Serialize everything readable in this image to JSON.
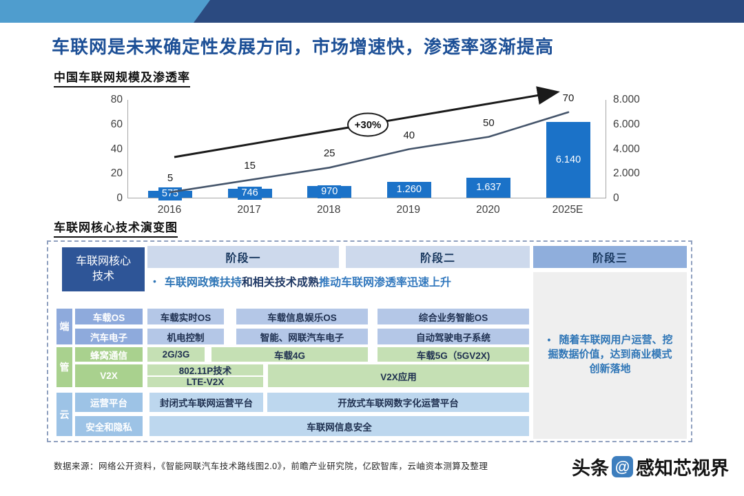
{
  "slide": {
    "title": "车联网是未来确定性发展方向，市场增速快，渗透率逐渐提高",
    "footer_source": "数据来源：网络公开资料，《智能网联汽车技术路线图2.0》，前瞻产业研究院，亿欧智库，云岫资本测算及整理",
    "watermark_prefix": "头条",
    "watermark_at": "@",
    "watermark_name": "感知芯视界"
  },
  "chart_data": {
    "type": "combo",
    "title": "中国车联网规模及渗透率",
    "categories": [
      "2016",
      "2017",
      "2018",
      "2019",
      "2020",
      "2025E"
    ],
    "series": [
      {
        "type": "bar",
        "axis": "right",
        "color": "#1B72C8",
        "values": [
          575,
          746,
          970,
          1260,
          1637,
          6140
        ],
        "labels": [
          "575",
          "746",
          "970",
          "1.260",
          "1.637",
          "6.140"
        ]
      },
      {
        "type": "line",
        "axis": "left",
        "color": "#44546A",
        "values": [
          5,
          15,
          25,
          40,
          50,
          70
        ],
        "labels": [
          "5",
          "15",
          "25",
          "40",
          "50",
          "70"
        ]
      }
    ],
    "left_axis": {
      "range": [
        0,
        80
      ],
      "ticks": [
        "80",
        "60",
        "40",
        "20",
        "0"
      ]
    },
    "right_axis": {
      "range": [
        0,
        8000
      ],
      "ticks": [
        "8.000",
        "6.000",
        "4.000",
        "2.000",
        "0"
      ]
    },
    "annotation": "+30%",
    "grid": false,
    "legend": "none"
  },
  "tech": {
    "section_title": "车联网核心技术演变图",
    "bullet": "•",
    "corner_line1": "车联网核心",
    "corner_line2": "技术",
    "stage1": "阶段一",
    "stage2": "阶段二",
    "stage3": "阶段三",
    "note_seg1": "车联网政策扶持",
    "note_seg2": "和相关技术成熟",
    "note_seg3": "推动车联网渗透率迅速上升",
    "stage3_note": "随着车联网用户运营、挖掘数据价值，达到商业模式创新落地",
    "group_duan": "端",
    "group_guan": "管",
    "group_yun": "云",
    "row1_header": "车载OS",
    "row1_c1": "车载实时OS",
    "row1_c2": "车载信息娱乐OS",
    "row1_c3": "综合业务智能OS",
    "row2_header": "汽车电子",
    "row2_c1": "机电控制",
    "row2_c2": "智能、网联汽车电子",
    "row2_c3": "自动驾驶电子系统",
    "row3_header": "蜂窝通信",
    "row3_c1": "2G/3G",
    "row3_c2": "车载4G",
    "row3_c3": "车载5G（5GV2X)",
    "row4_header": "V2X",
    "row4_c1a": "802.11P技术",
    "row4_c1b": "LTE-V2X",
    "row4_c2": "V2X应用",
    "row5_header": "运营平台",
    "row5_c1": "封闭式车联网运营平台",
    "row5_c2": "开放式车联网数字化运营平台",
    "row6_header": "安全和隐私",
    "row6_c1": "车联网信息安全"
  }
}
